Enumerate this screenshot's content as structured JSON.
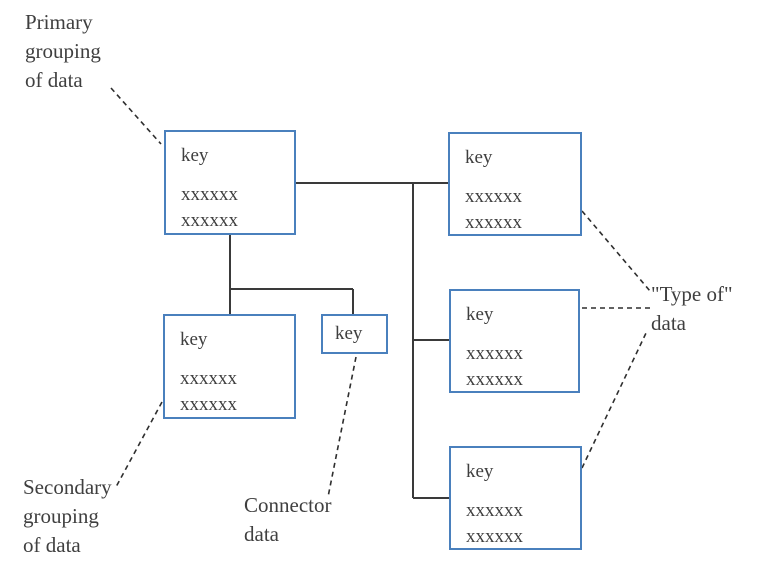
{
  "labels": {
    "primary": {
      "lines": [
        "Primary",
        "grouping",
        "of data"
      ]
    },
    "secondary": {
      "lines": [
        "Secondary",
        "grouping",
        "of data"
      ]
    },
    "connector": {
      "lines": [
        "Connector",
        "data"
      ]
    },
    "type_of": {
      "lines": [
        "\"Type of\"",
        "data"
      ]
    }
  },
  "boxes": {
    "primary": {
      "key": "key",
      "rows": [
        "xxxxxx",
        "xxxxxx"
      ]
    },
    "type1": {
      "key": "key",
      "rows": [
        "xxxxxx",
        "xxxxxx"
      ]
    },
    "type2": {
      "key": "key",
      "rows": [
        "xxxxxx",
        "xxxxxx"
      ]
    },
    "type3": {
      "key": "key",
      "rows": [
        "xxxxxx",
        "xxxxxx"
      ]
    },
    "secondary": {
      "key": "key",
      "rows": [
        "xxxxxx",
        "xxxxxx"
      ]
    },
    "connector": {
      "key": "key"
    }
  },
  "colors": {
    "box_border": "#4a80bd",
    "solid_line": "#3a3a3a",
    "dashed_line": "#2e2e2e",
    "text": "#3f3f3f",
    "background": "#ffffff"
  }
}
